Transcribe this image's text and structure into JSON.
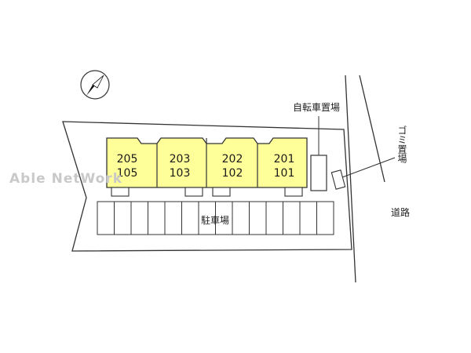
{
  "watermark": "Able NetWork",
  "labels": {
    "bicycle_parking": "自転車置場",
    "garbage_area": "ゴミ置場",
    "road": "道路",
    "parking_lot": "駐車場"
  },
  "units": [
    {
      "upper": "205",
      "lower": "105"
    },
    {
      "upper": "203",
      "lower": "103"
    },
    {
      "upper": "202",
      "lower": "102"
    },
    {
      "upper": "201",
      "lower": "101"
    }
  ],
  "parking_space_count": 14,
  "colors": {
    "building_fill": "#ffff99",
    "line": "#333333",
    "watermark": "#c9c9c9"
  },
  "icons": {
    "north_arrow": "compass-north-arrow-icon"
  }
}
